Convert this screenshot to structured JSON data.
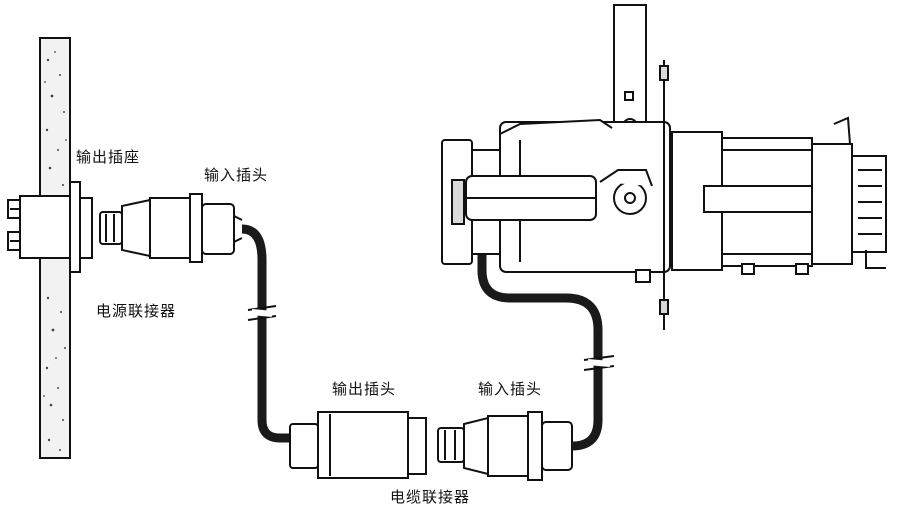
{
  "labels": {
    "output_socket": "输出插座",
    "input_plug_top": "输入插头",
    "power_connector": "电源联接器",
    "output_plug": "输出插头",
    "input_plug_bottom": "输入插头",
    "cable_connector": "电缆联接器"
  },
  "colors": {
    "line": "#111111",
    "cable": "#1a1a1a",
    "wall_fill": "#f2f2f2",
    "part_fill": "#ffffff",
    "shade": "#d9d9d9"
  }
}
